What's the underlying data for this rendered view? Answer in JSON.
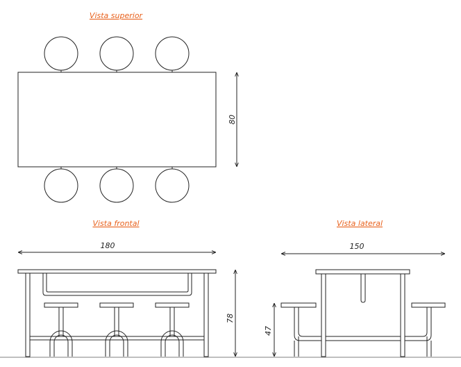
{
  "top_view": {
    "title": "Vista superior",
    "dim_depth": "80"
  },
  "front_view": {
    "title": "Vista frontal",
    "dim_width": "180",
    "dim_height": "78"
  },
  "side_view": {
    "title": "Vista lateral",
    "dim_width": "150",
    "dim_seat_height": "47"
  },
  "colors": {
    "title": "#e8611c",
    "line": "#222222"
  }
}
